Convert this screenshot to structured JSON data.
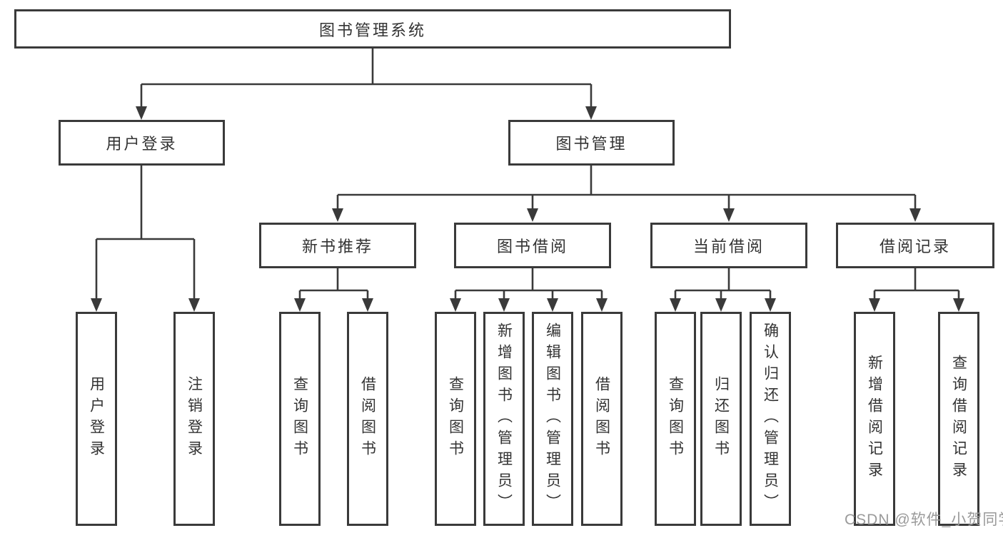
{
  "diagram": {
    "root": "图书管理系统",
    "level2": {
      "user_login": "用户登录",
      "book_mgmt": "图书管理"
    },
    "level3": {
      "new_book": "新书推荐",
      "borrow": "图书借阅",
      "current": "当前借阅",
      "record": "借阅记录"
    },
    "leaves": {
      "user_login": [
        "用户登录",
        "注销登录"
      ],
      "new_book": [
        "查询图书",
        "借阅图书"
      ],
      "borrow": [
        "查询图书",
        "新增图书（管理员）",
        "编辑图书（管理员）",
        "借阅图书"
      ],
      "current": [
        "查询图书",
        "归还图书",
        "确认归还（管理员）"
      ],
      "record": [
        "新增借阅记录",
        "查询借阅记录"
      ]
    }
  },
  "watermark": "CSDN @软件_小贺同学",
  "colors": {
    "line": "#3a3a3a",
    "text": "#333333",
    "background": "#ffffff",
    "watermark": "#9a9a9a"
  }
}
